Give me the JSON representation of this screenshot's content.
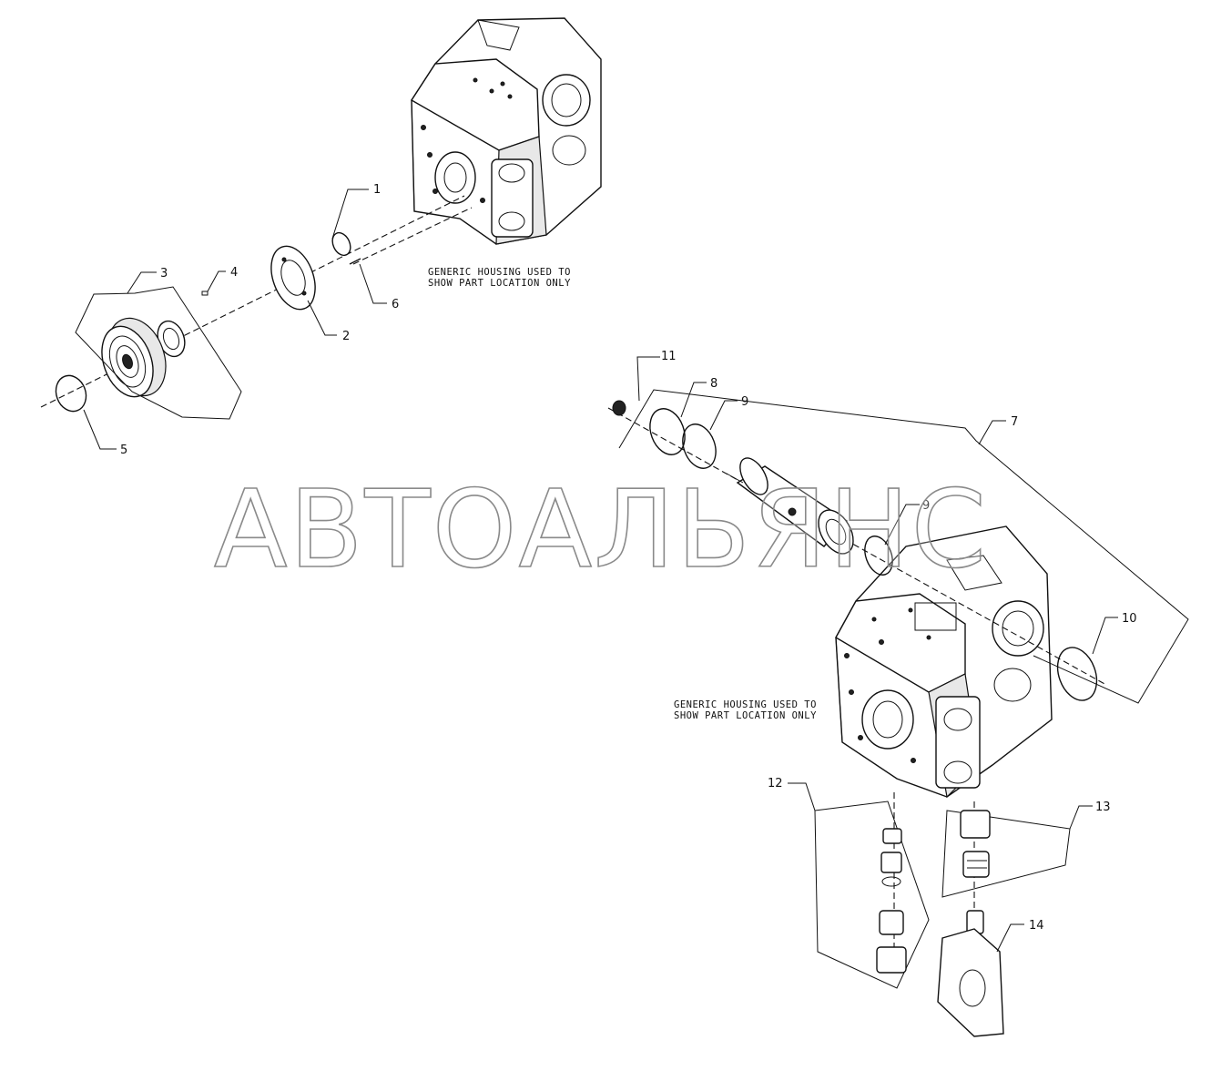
{
  "callouts": {
    "c1": "1",
    "c2": "2",
    "c3": "3",
    "c4": "4",
    "c5": "5",
    "c6": "6",
    "c7": "7",
    "c8": "8",
    "c9a": "9",
    "c9b": "9",
    "c10": "10",
    "c11": "11",
    "c12": "12",
    "c13": "13",
    "c14": "14"
  },
  "notes": {
    "top_line1": "GENERIC HOUSING USED TO",
    "top_line2": "SHOW PART LOCATION ONLY",
    "bottom_line1": "GENERIC HOUSING USED TO",
    "bottom_line2": "SHOW PART LOCATION ONLY"
  },
  "watermark": "АВТОАЛЬЯНС"
}
